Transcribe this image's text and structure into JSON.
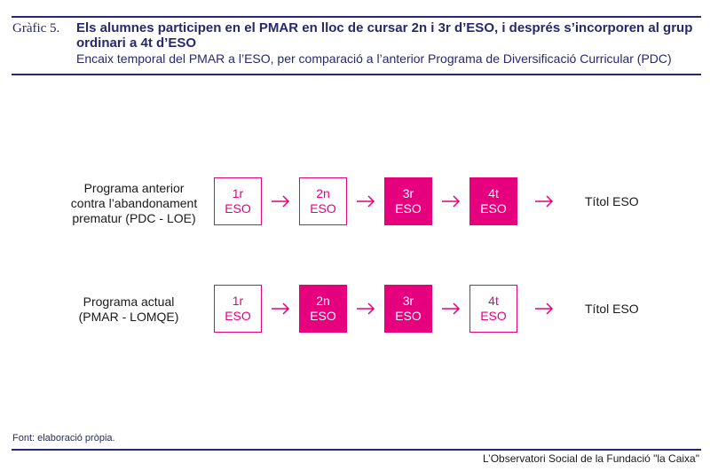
{
  "header": {
    "label": "Gràfic 5.",
    "title": "Els alumnes participen en el PMAR en lloc de cursar 2n i 3r d’ESO, i després s’incorporen al grup ordinari a 4t d’ESO",
    "subtitle": "Encaix temporal del PMAR a l’ESO, per comparació a l’anterior Programa de Diversificació Curricular (PDC)"
  },
  "colors": {
    "accent": "#e6007e",
    "navy": "#27286e"
  },
  "rows": [
    {
      "label_lines": [
        "Programa anterior",
        "contra l’abandonament",
        "prematur (PDC - LOE)"
      ],
      "steps": [
        {
          "line1": "1r",
          "line2": "ESO",
          "highlighted": false
        },
        {
          "line1": "2n",
          "line2": "ESO",
          "highlighted": false
        },
        {
          "line1": "3r",
          "line2": "ESO",
          "highlighted": true
        },
        {
          "line1": "4t",
          "line2": "ESO",
          "highlighted": true
        }
      ],
      "outcome": "Títol ESO"
    },
    {
      "label_lines": [
        "Programa actual",
        "(PMAR - LOMQE)"
      ],
      "steps": [
        {
          "line1": "1r",
          "line2": "ESO",
          "highlighted": false
        },
        {
          "line1": "2n",
          "line2": "ESO",
          "highlighted": true
        },
        {
          "line1": "3r",
          "line2": "ESO",
          "highlighted": true
        },
        {
          "line1": "4t",
          "line2": "ESO",
          "highlighted": false
        }
      ],
      "outcome": "Títol ESO"
    }
  ],
  "footer": {
    "source": "Font: elaboració pròpia.",
    "credit": "L’Observatori Social de la Fundació \"la Caixa\""
  }
}
